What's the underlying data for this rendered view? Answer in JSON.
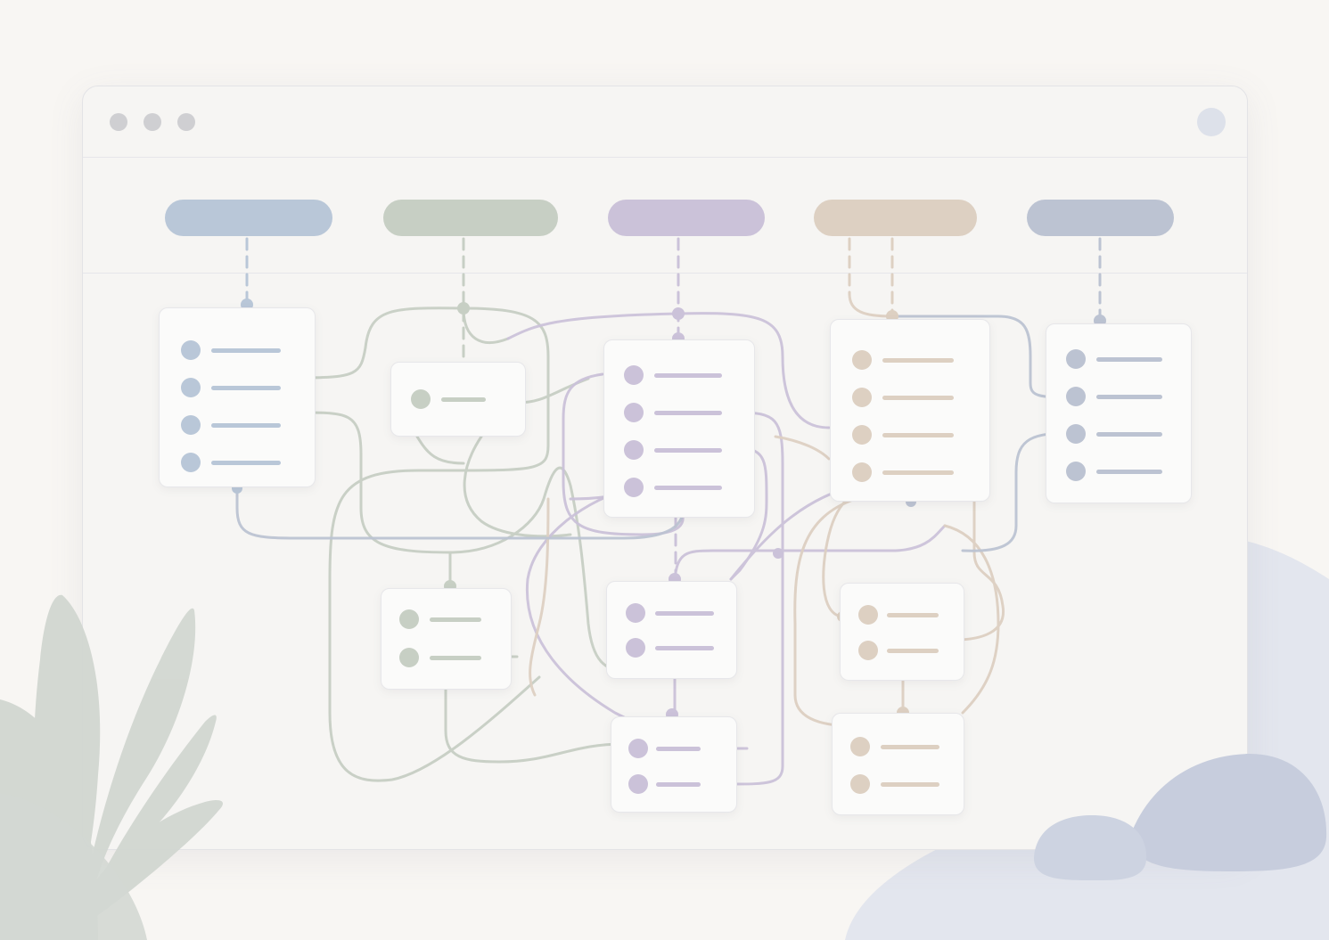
{
  "colors": {
    "background": "#f8f6f3",
    "window": "#f6f5f3",
    "blue": "#b9c7d8",
    "green": "#c7cfc4",
    "purple": "#cbc2d9",
    "tan": "#ddd0c2",
    "slate": "#bcc3d2",
    "foliage": "#d2d7d1",
    "rock": "#dfe3ec",
    "rock_dark": "#c7cddd"
  },
  "titlebar": {
    "window_controls": [
      "close-dot",
      "minimize-dot",
      "maximize-dot"
    ],
    "avatar_icon": "user-avatar"
  },
  "columns": [
    {
      "id": "col-1",
      "color": "blue"
    },
    {
      "id": "col-2",
      "color": "green"
    },
    {
      "id": "col-3",
      "color": "purple"
    },
    {
      "id": "col-4",
      "color": "tan"
    },
    {
      "id": "col-5",
      "color": "slate"
    }
  ],
  "cards": [
    {
      "id": "card-1",
      "column": "col-1",
      "color": "blue",
      "rows": 4
    },
    {
      "id": "card-2",
      "column": "col-2",
      "color": "green",
      "rows": 1
    },
    {
      "id": "card-3",
      "column": "col-3",
      "color": "purple",
      "rows": 4
    },
    {
      "id": "card-4",
      "column": "col-4",
      "color": "tan",
      "rows": 4
    },
    {
      "id": "card-5",
      "column": "col-5",
      "color": "slate",
      "rows": 4
    },
    {
      "id": "card-6",
      "column": "col-2",
      "color": "green",
      "rows": 2
    },
    {
      "id": "card-7",
      "column": "col-3",
      "color": "purple",
      "rows": 2
    },
    {
      "id": "card-8",
      "column": "col-4",
      "color": "tan",
      "rows": 2
    },
    {
      "id": "card-9",
      "column": "col-3",
      "color": "purple",
      "rows": 2
    },
    {
      "id": "card-10",
      "column": "col-4",
      "color": "tan",
      "rows": 2
    }
  ],
  "decorations": [
    "plant-illustration",
    "rock-illustration"
  ]
}
